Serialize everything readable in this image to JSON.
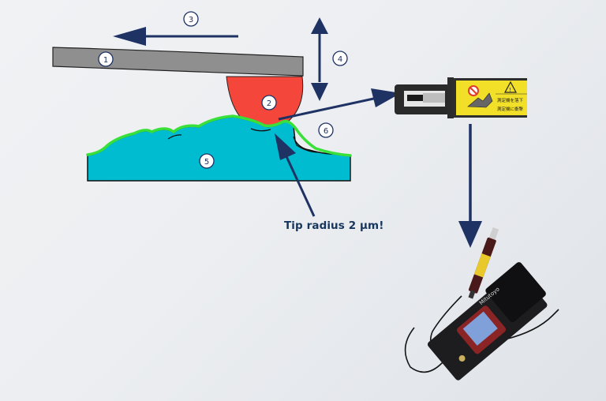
{
  "diagram": {
    "title": "Stylus surface roughness measurement",
    "caption": "Tip radius 2 µm!",
    "labels": [
      {
        "id": "1",
        "part": "cantilever arm"
      },
      {
        "id": "2",
        "part": "stylus tip"
      },
      {
        "id": "3",
        "part": "traverse direction"
      },
      {
        "id": "4",
        "part": "vertical displacement"
      },
      {
        "id": "5",
        "part": "workpiece"
      },
      {
        "id": "6",
        "part": "measured profile"
      }
    ],
    "colors": {
      "arrow": "#1e3264",
      "arm": "#8f8f8f",
      "tip": "#f5463c",
      "workpiece": "#00bcd0",
      "profile": "#39e039",
      "label_stroke": "#1e3264"
    },
    "icons": {
      "detector": "detector-unit-photo",
      "tester": "portable-roughness-tester-photo",
      "warning": "warning-triangle-icon",
      "prohibition": "no-entry-icon"
    },
    "detector_label_text": [
      "測定機を落下",
      "測定機に衝撃"
    ],
    "tester_brand": "Mitutoyo"
  }
}
